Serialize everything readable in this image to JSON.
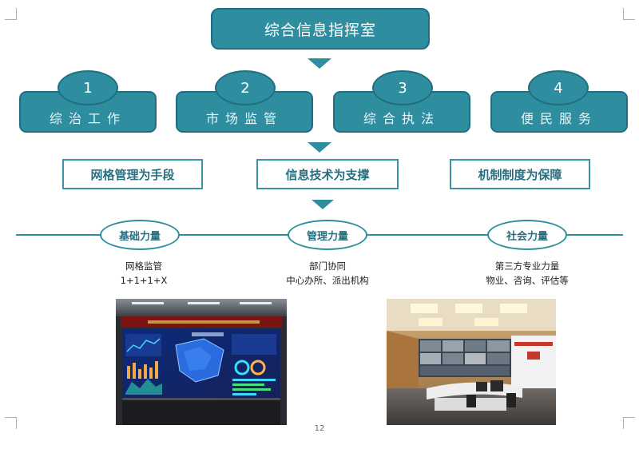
{
  "header": {
    "title": "综合信息指挥室"
  },
  "functions": [
    {
      "num": "1",
      "label": "综治工作"
    },
    {
      "num": "2",
      "label": "市场监管"
    },
    {
      "num": "3",
      "label": "综合执法"
    },
    {
      "num": "4",
      "label": "便民服务"
    }
  ],
  "pillars": [
    {
      "label": "网格管理为手段"
    },
    {
      "label": "信息技术为支撑"
    },
    {
      "label": "机制制度为保障"
    }
  ],
  "forces": [
    {
      "label": "基础力量",
      "line1": "网格监管",
      "line2": "1+1+1+X"
    },
    {
      "label": "管理力量",
      "line1": "部门协同",
      "line2": "中心办所、派出机构"
    },
    {
      "label": "社会力量",
      "line1": "第三方专业力量",
      "line2": "物业、咨询、评估等"
    }
  ],
  "colors": {
    "primary": "#2e8ea0",
    "border": "#1f6f80",
    "pillar_text": "#2a6f80"
  },
  "page": {
    "number": "12"
  }
}
